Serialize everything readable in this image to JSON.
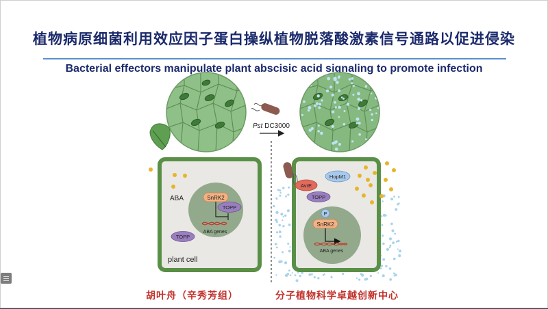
{
  "slide": {
    "title_cn": "植物病原细菌利用效应因子蛋白操纵植物脱落酸激素信号通路以促进侵染",
    "title_en": "Bacterial effectors manipulate plant  abscisic acid signaling to promote infection"
  },
  "diagram": {
    "pathogen_label_italic": "Pst",
    "pathogen_label_rest": " DC3000",
    "left_cell": {
      "aba_label": "ABA",
      "snrk2_label": "SnRK2",
      "topp_nucleus_label": "TOPP",
      "topp_cytoplasm_label": "TOPP",
      "aba_genes_label": "ABA genes",
      "plant_cell_label": "plant cell"
    },
    "right_cell": {
      "avre_label": "AvrE",
      "hopm1_label": "HopM1",
      "topp_label": "TOPP",
      "p_label": "P",
      "snrk2_label": "SnRK2",
      "aba_genes_label": "ABA genes"
    },
    "colors": {
      "leaf_green": "#7fb27a",
      "cell_wall": "#5a8f47",
      "nucleus": "#92a98c",
      "snrk2": "#f4b183",
      "topp": "#9a7fbf",
      "avre": "#e06a5c",
      "hopm1": "#a9c9ec",
      "aba_dot": "#e5b52a",
      "water_dot": "#a8d3ea",
      "dna": "#c0392b"
    }
  },
  "footer": {
    "left": "胡叶舟（辛秀芳组）",
    "right": "分子植物科学卓越创新中心"
  }
}
